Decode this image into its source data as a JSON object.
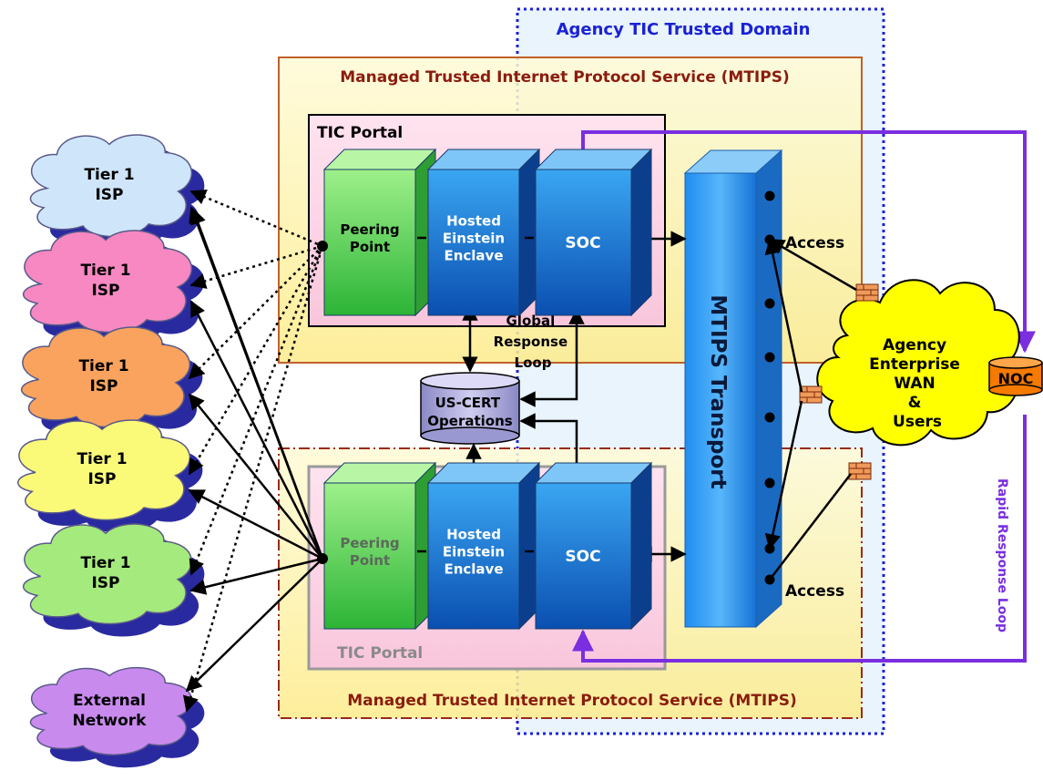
{
  "domain_title": "Agency TIC Trusted Domain",
  "mtips_top": {
    "title": "Managed Trusted Internet Protocol Service (MTIPS)"
  },
  "mtips_bottom": {
    "title": "Managed Trusted Internet Protocol Service (MTIPS)"
  },
  "portal_top": {
    "title": "TIC Portal",
    "peering": [
      "Peering",
      "Point"
    ],
    "einstein": [
      "Hosted",
      "Einstein",
      "Enclave"
    ],
    "soc": "SOC"
  },
  "portal_bottom": {
    "title": "TIC Portal",
    "peering": [
      "Peering",
      "Point"
    ],
    "einstein": [
      "Hosted",
      "Einstein",
      "Enclave"
    ],
    "soc": "SOC"
  },
  "global_loop": [
    "Global",
    "Response",
    "Loop"
  ],
  "uscert": [
    "US-CERT",
    "Operations"
  ],
  "transport": "MTIPS Transport",
  "access_top": "Access",
  "access_bottom": "Access",
  "agency": [
    "Agency",
    "Enterprise",
    "WAN",
    "&",
    "Users"
  ],
  "noc": "NOC",
  "rapid_loop": "Rapid Response Loop",
  "isps": [
    {
      "lines": [
        "Tier 1",
        "ISP"
      ],
      "fill": "#cfe6fa"
    },
    {
      "lines": [
        "Tier 1",
        "ISP"
      ],
      "fill": "#f788c2"
    },
    {
      "lines": [
        "Tier 1",
        "ISP"
      ],
      "fill": "#f9a35e"
    },
    {
      "lines": [
        "Tier 1",
        "ISP"
      ],
      "fill": "#fbfa78"
    },
    {
      "lines": [
        "Tier 1",
        "ISP"
      ],
      "fill": "#a5ea7c"
    }
  ],
  "external": {
    "lines": [
      "External",
      "Network"
    ],
    "fill": "#c98aee"
  },
  "colors": {
    "mtips_title": "#8b1c0e",
    "domain_title": "#1a22d6",
    "loop_purple": "#7a2ee0",
    "agency_yellow": "#ffff00",
    "noc_orange": "#f57a00"
  }
}
